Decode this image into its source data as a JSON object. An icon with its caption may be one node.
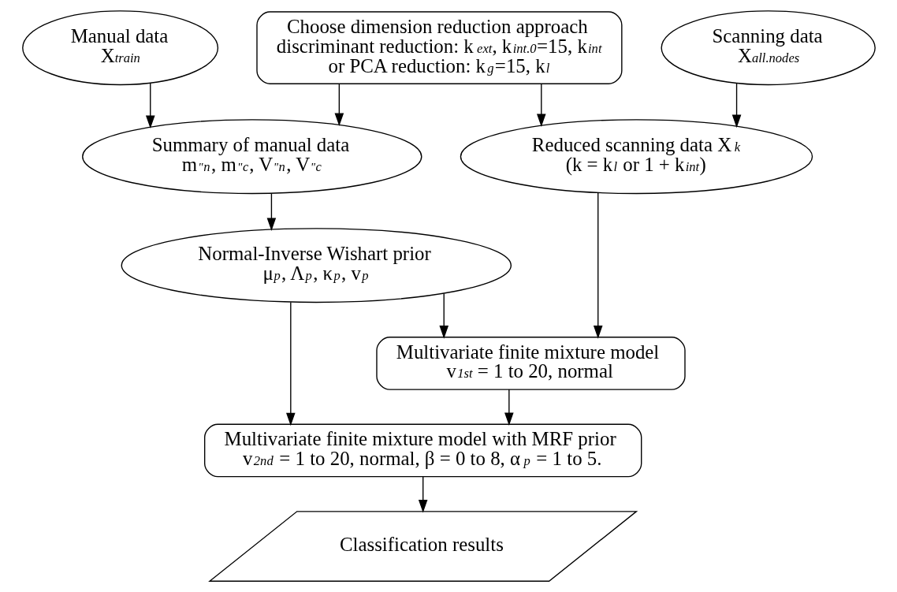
{
  "diagram": {
    "nodes": [
      {
        "text": [
          "Manual data",
          "X$_{train}$"
        ]
      },
      {
        "text": [
          "Choose dimension reduction approach",
          "discriminant reduction: k$_{ext}$, k$_{int.0}$=15, k$_{int}$",
          "or PCA reduction: k$_{g}$=15, k$_{l}$"
        ]
      },
      {
        "text": [
          "Scanning data",
          "X$_{all.nodes}$"
        ]
      },
      {
        "text": [
          "Summary of manual data",
          "m$^{\"}$$_{n}$, m$^{\"}$$_{c}$, V$^{\"}$$_{n}$, V$^{\"}$$_{c}$"
        ]
      },
      {
        "text": [
          "Reduced scanning data X$_{k}$",
          "(k = k$_{l}$ or 1 + k$_{int}$)"
        ]
      },
      {
        "text": [
          "Normal-Inverse Wishart prior",
          "μ$_{p}$, Λ$_{p}$, κ$_{p}$, v$_{p}$"
        ]
      },
      {
        "text": [
          "Multivariate finite mixture model",
          "v$_{1st}$ = 1 to 20, normal"
        ]
      },
      {
        "text": [
          "Multivariate finite mixture model with MRF prior",
          "v$_{2nd}$ = 1 to 20, normal, β = 0 to 8, α$_{p}$ = 1 to 5."
        ]
      },
      {
        "text": [
          "Classification results"
        ]
      }
    ],
    "edges": [
      {
        "from": 1,
        "to": 3,
        "arrow": "to"
      },
      {
        "from": 0,
        "to": 3,
        "arrow": "to"
      },
      {
        "from": 1,
        "to": 4,
        "arrow": "to"
      },
      {
        "from": 2,
        "to": 4,
        "arrow": "to"
      },
      {
        "from": 3,
        "to": 5,
        "arrow": "to"
      },
      {
        "from": 4,
        "to": 6,
        "arrow": "to"
      },
      {
        "from": 5,
        "to": 6,
        "arrow": "to"
      },
      {
        "from": 5,
        "to": 7,
        "arrow": "to"
      },
      {
        "from": 6,
        "to": 7,
        "arrow": "to"
      },
      {
        "from": 7,
        "to": 8,
        "arrow": "to"
      }
    ]
  }
}
